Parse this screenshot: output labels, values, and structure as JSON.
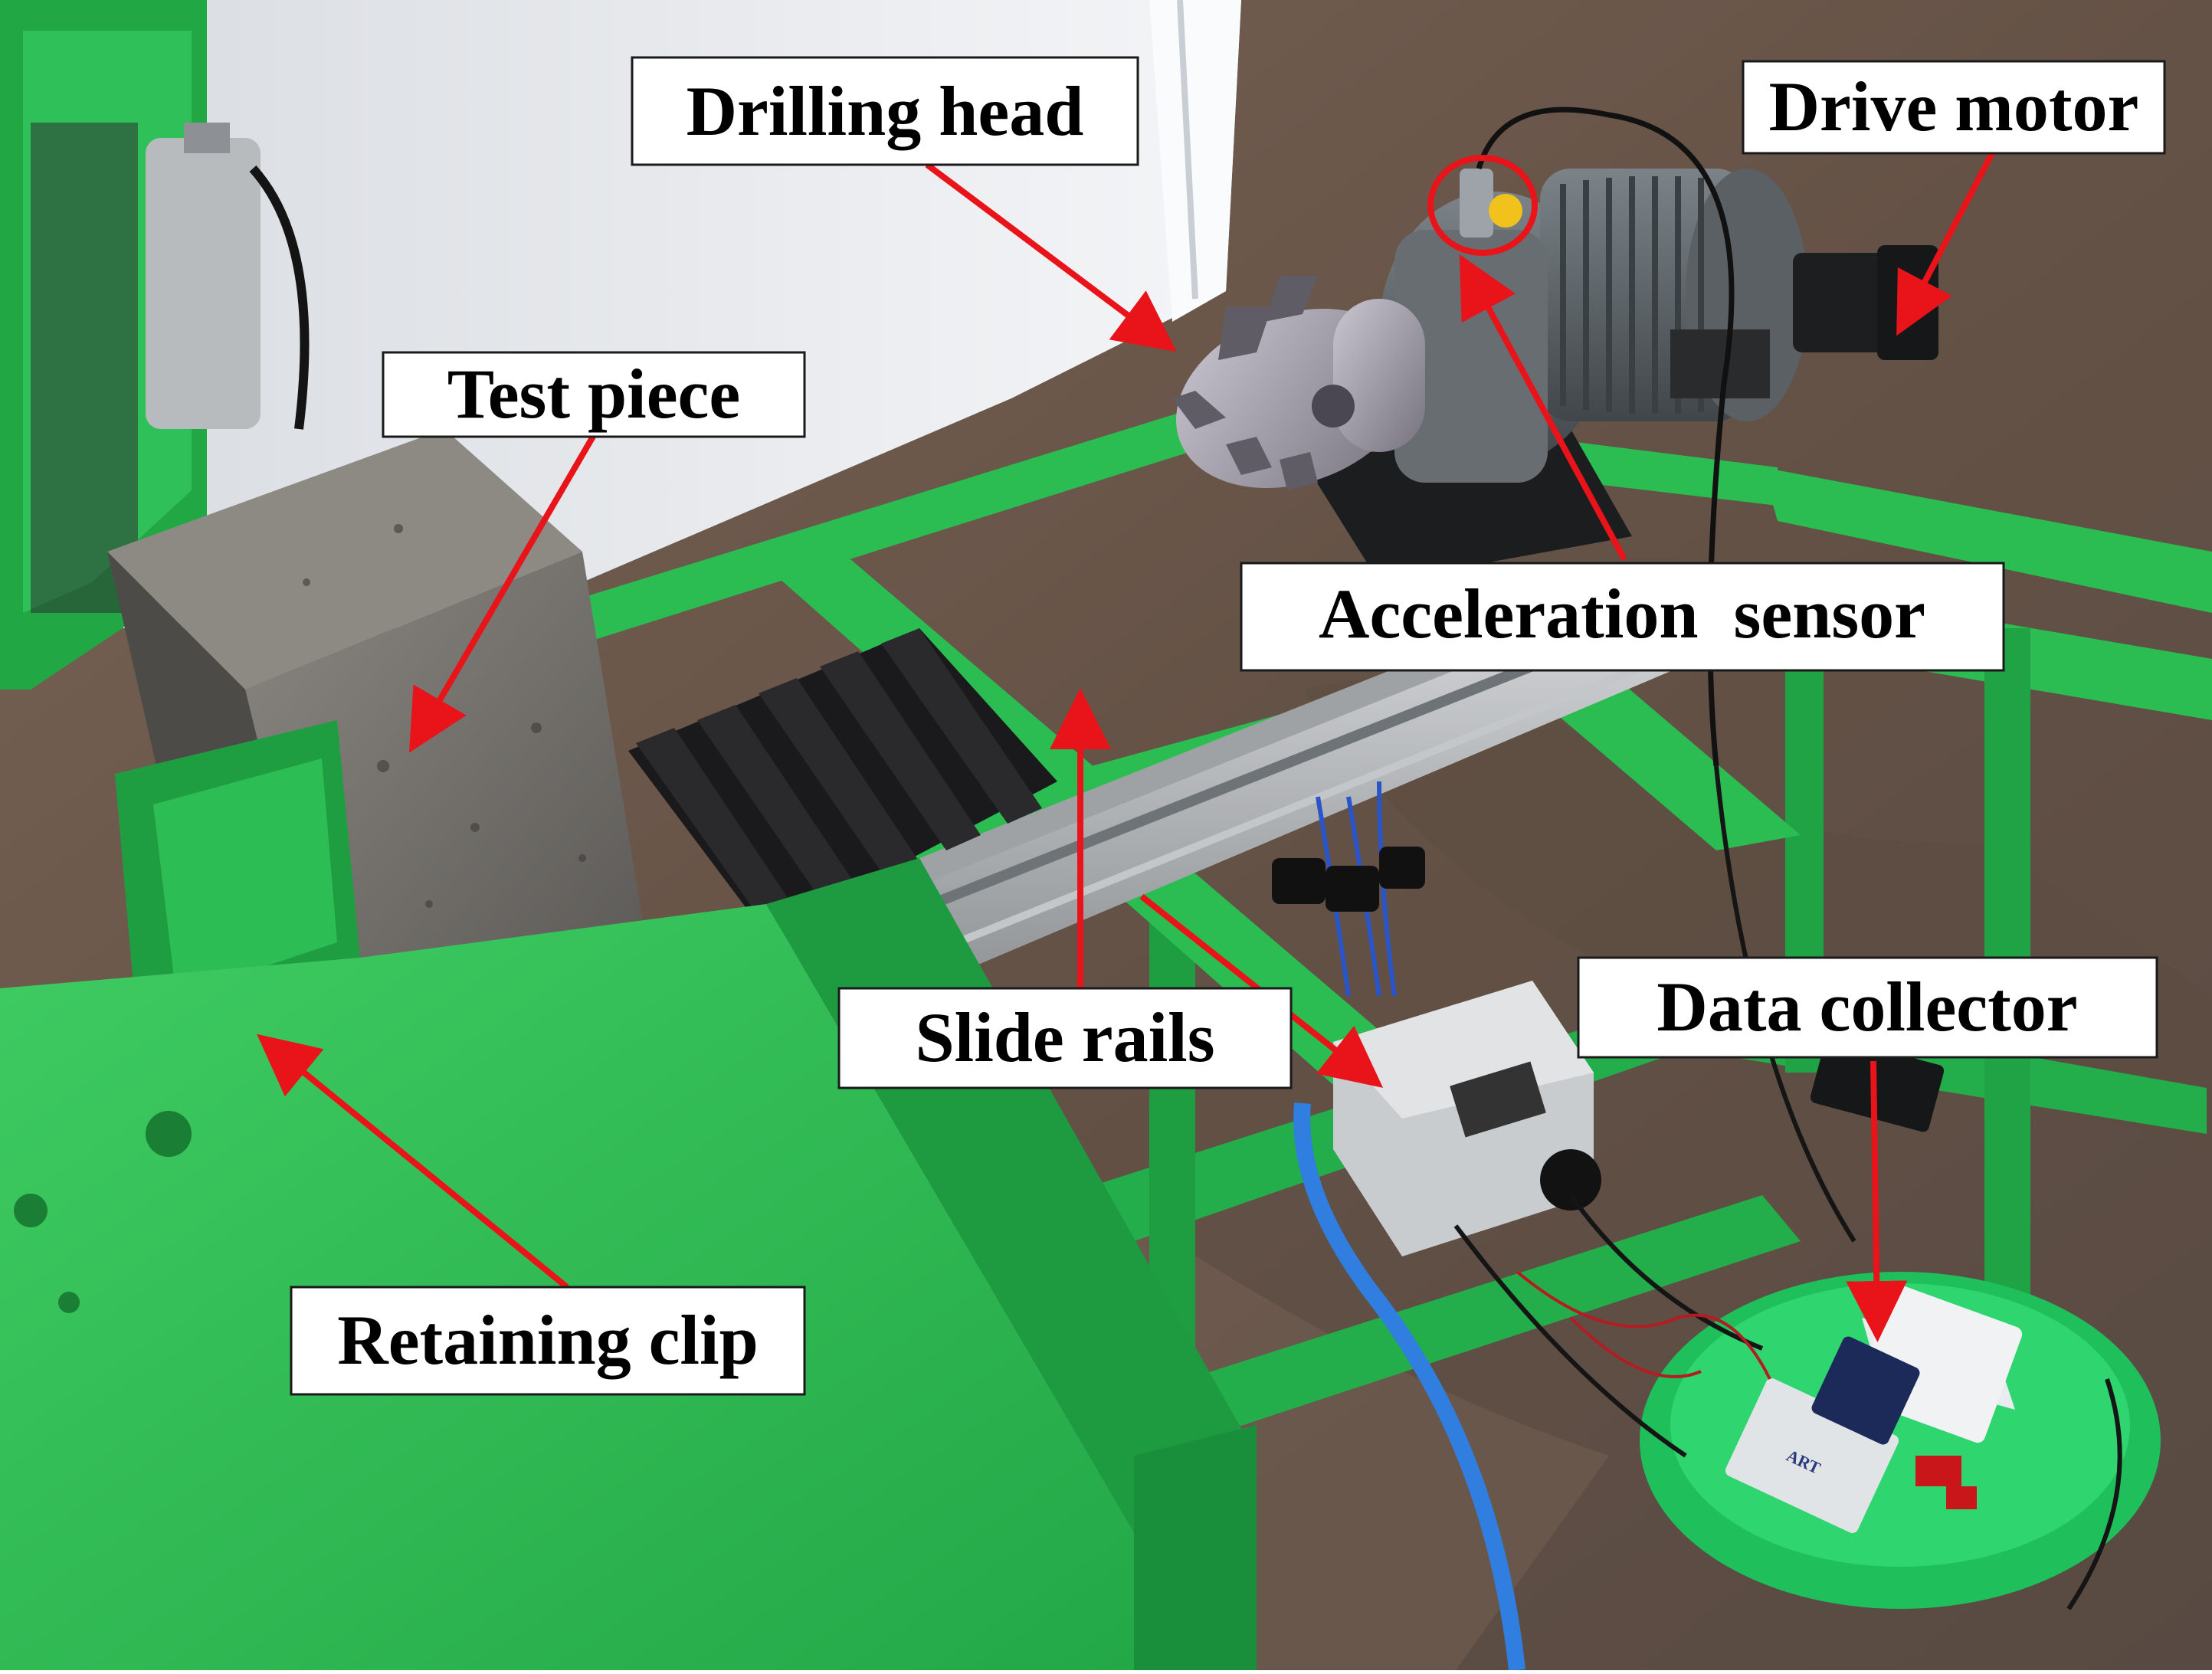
{
  "labels": {
    "drilling_head": "Drilling head",
    "drive_motor": "Drive motor",
    "test_piece": "Test piece",
    "acceleration_sensor": "Acceleration  sensor",
    "slide_rails": "Slide rails",
    "data_collector": "Data collector",
    "retaining_clip": "Retaining clip",
    "device_brand": "ART"
  },
  "colors": {
    "frame_green": "#27b84e",
    "frame_green_light": "#3ccf63",
    "frame_green_dark": "#148a35",
    "floor": "#6d5a4c",
    "arrow_red": "#e8141a",
    "concrete": "#6f6d69",
    "motor_gray": "#5e6468",
    "bellows_black": "#1a1a1c",
    "wall_white": "#eceff2",
    "cable_blue": "#2f7ee0"
  },
  "icons": [
    "arrow-icon",
    "sensor-highlight-circle"
  ]
}
